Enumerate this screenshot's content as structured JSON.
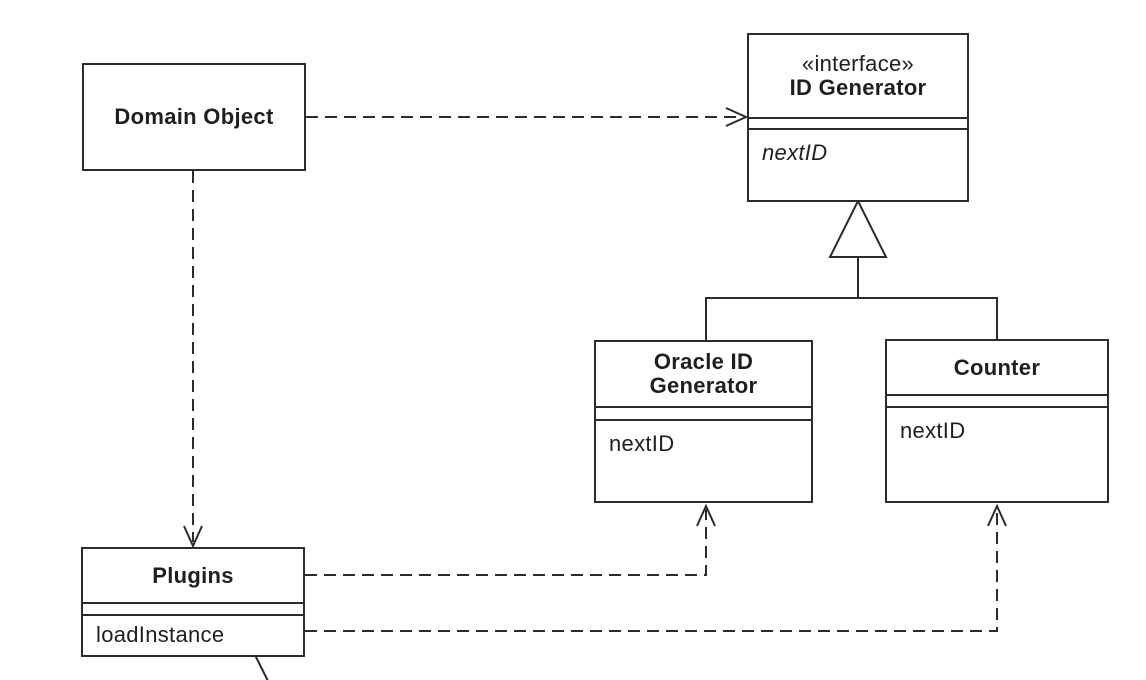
{
  "diagram": {
    "kind": "UML class diagram",
    "colors": {
      "background": "#ffffff",
      "line": "#2b2b2b",
      "text": "#1f1f1f"
    },
    "classes": {
      "domain_object": {
        "name": "Domain Object"
      },
      "id_generator": {
        "stereotype": "«interface»",
        "name": "ID Generator",
        "operations": [
          "nextID"
        ]
      },
      "oracle_id_generator": {
        "name": "Oracle ID Generator",
        "name_lines": [
          "Oracle ID",
          "Generator"
        ],
        "operations": [
          "nextID"
        ]
      },
      "counter": {
        "name": "Counter",
        "operations": [
          "nextID"
        ]
      },
      "plugins": {
        "name": "Plugins",
        "operations": [
          "loadInstance"
        ]
      }
    },
    "relationships": [
      {
        "type": "dependency",
        "from": "Domain Object",
        "to": "ID Generator",
        "line": "dashed",
        "arrow": "open"
      },
      {
        "type": "dependency",
        "from": "Domain Object",
        "to": "Plugins",
        "line": "dashed",
        "arrow": "open"
      },
      {
        "type": "realization",
        "from": "Oracle ID Generator",
        "to": "ID Generator",
        "line": "solid",
        "arrow": "hollow-triangle"
      },
      {
        "type": "realization",
        "from": "Counter",
        "to": "ID Generator",
        "line": "solid",
        "arrow": "hollow-triangle"
      },
      {
        "type": "dependency",
        "from": "Plugins",
        "to": "Oracle ID Generator",
        "line": "dashed",
        "arrow": "open"
      },
      {
        "type": "dependency",
        "from": "Plugins.loadInstance",
        "to": "Counter",
        "line": "dashed",
        "arrow": "open"
      },
      {
        "type": "annotation-callout",
        "from": "Plugins.loadInstance",
        "to": "off-canvas",
        "line": "solid",
        "marker": "circle"
      }
    ]
  }
}
